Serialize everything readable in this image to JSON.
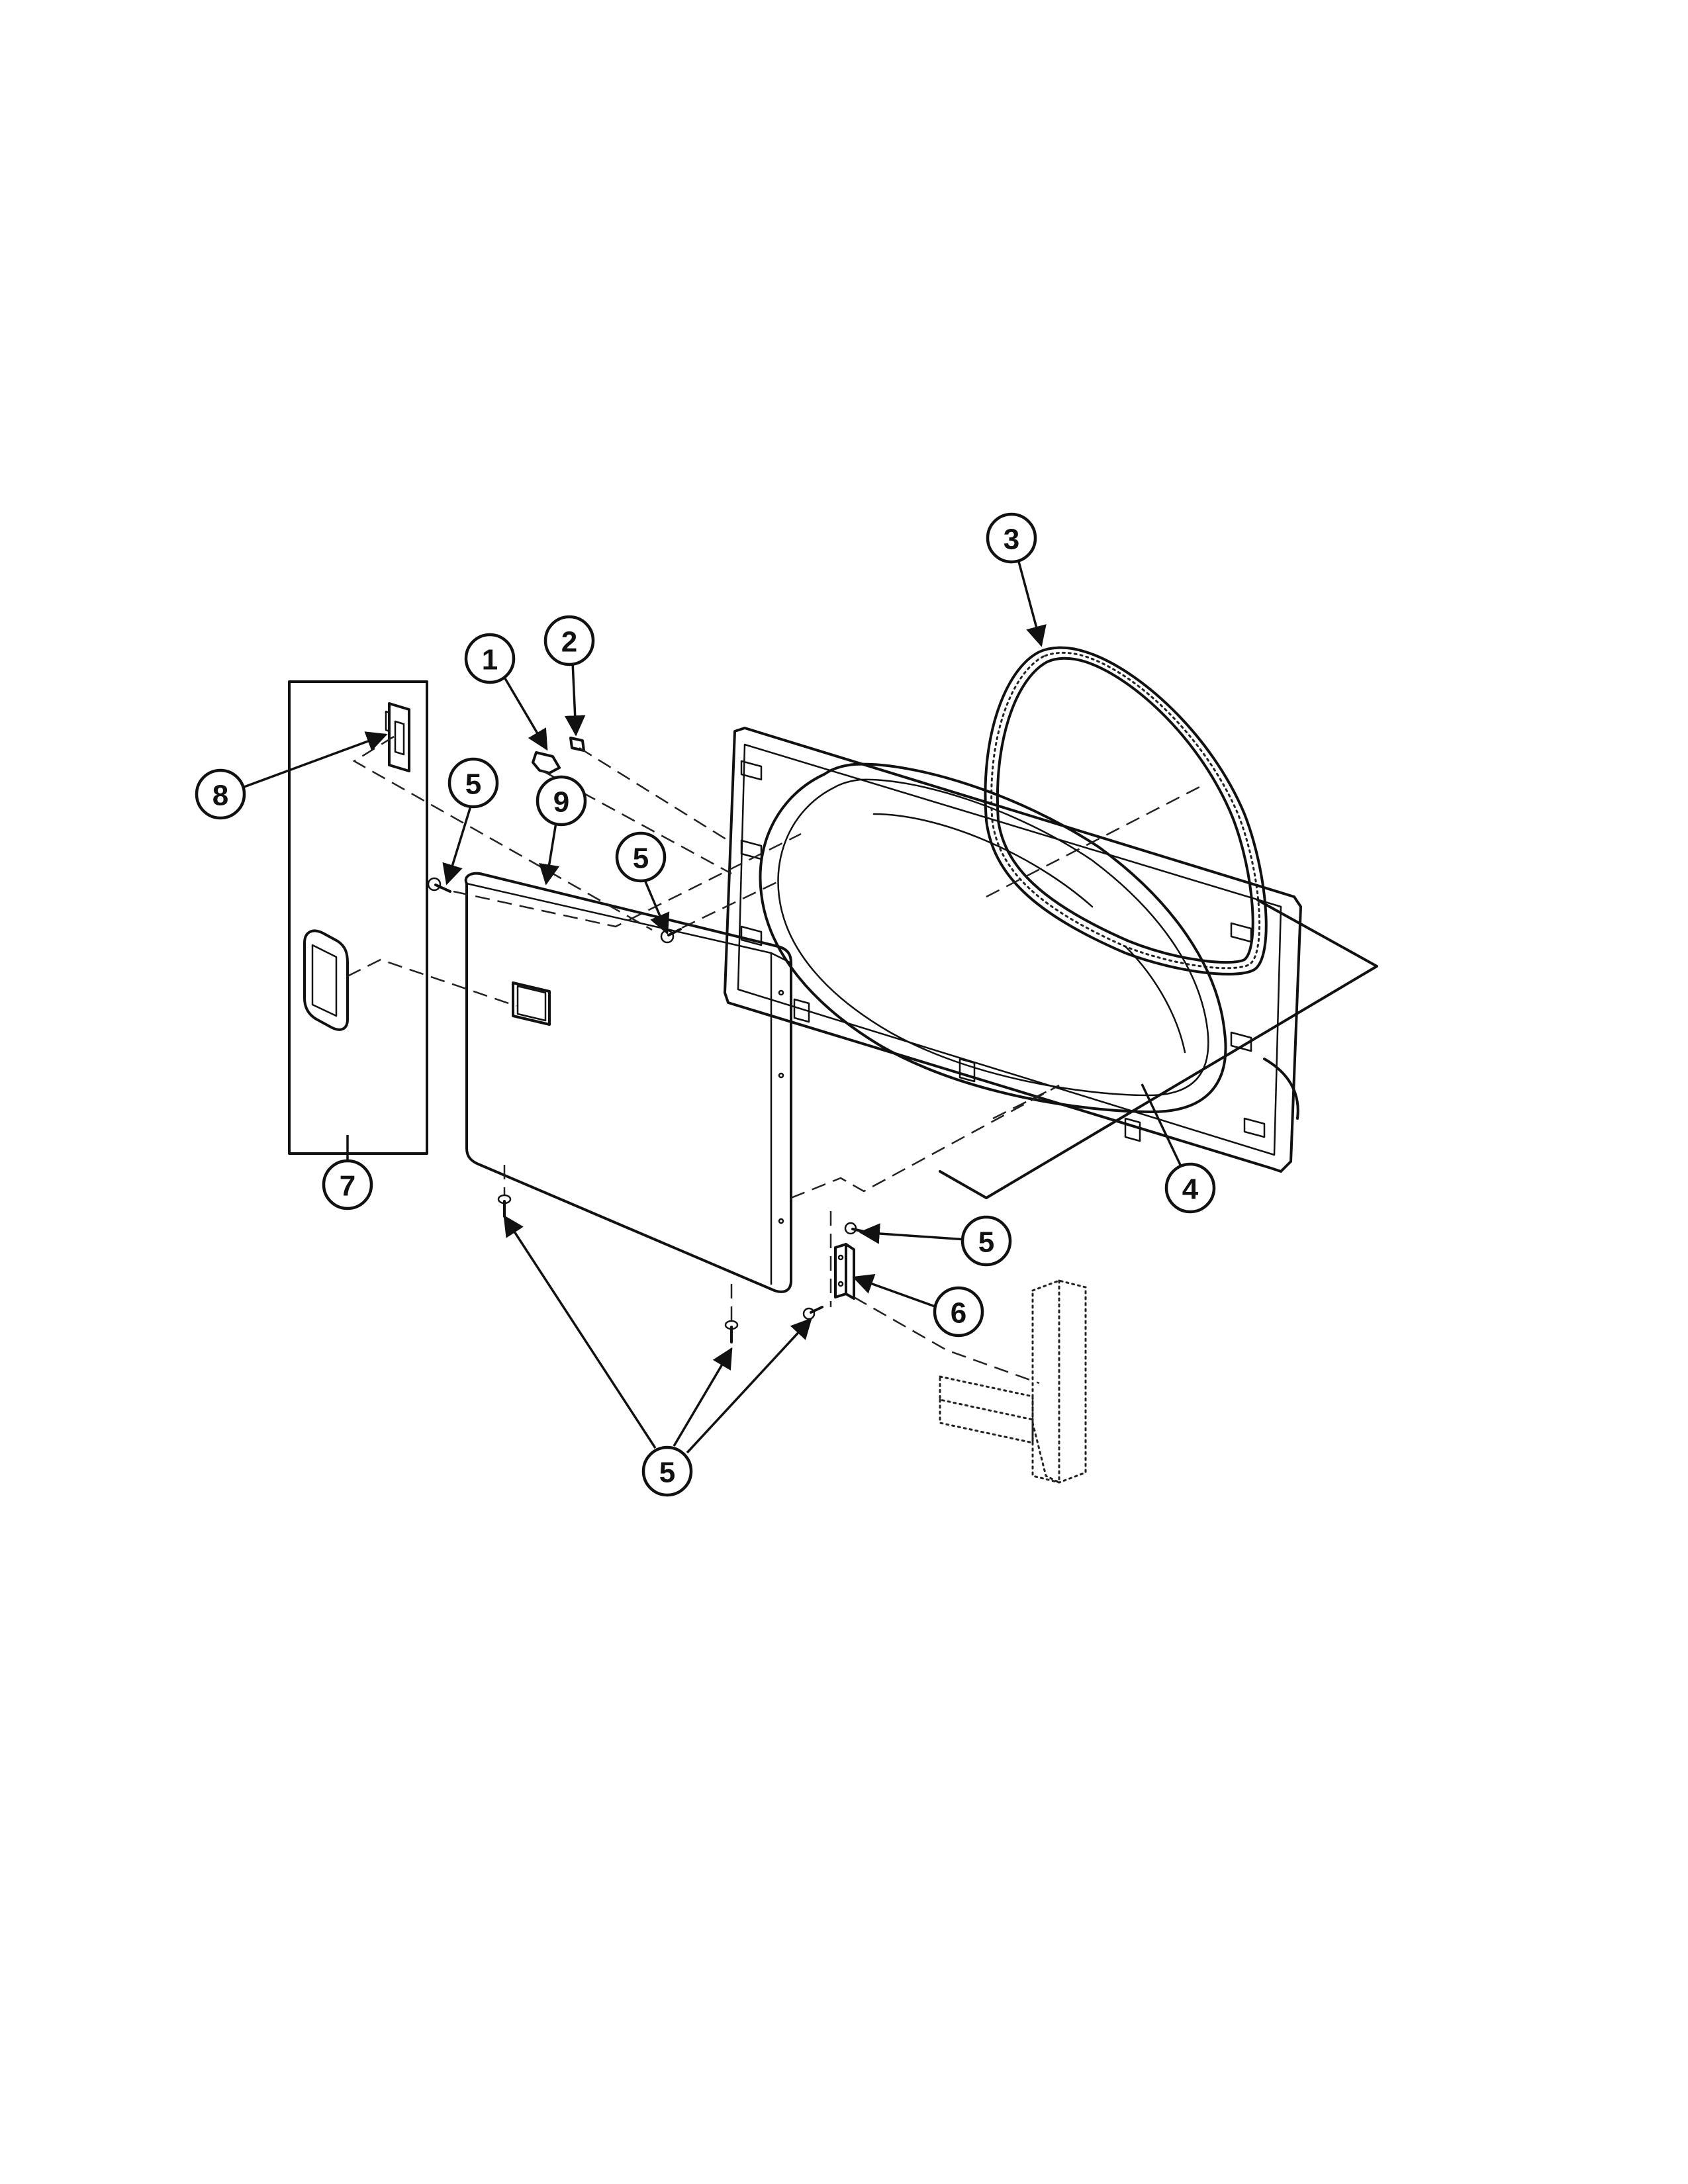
{
  "callouts": {
    "c1": "1",
    "c2": "2",
    "c3": "3",
    "c4": "4",
    "c5a": "5",
    "c5b": "5",
    "c5c": "5",
    "c5d": "5",
    "c6": "6",
    "c7": "7",
    "c8": "8",
    "c9": "9"
  }
}
